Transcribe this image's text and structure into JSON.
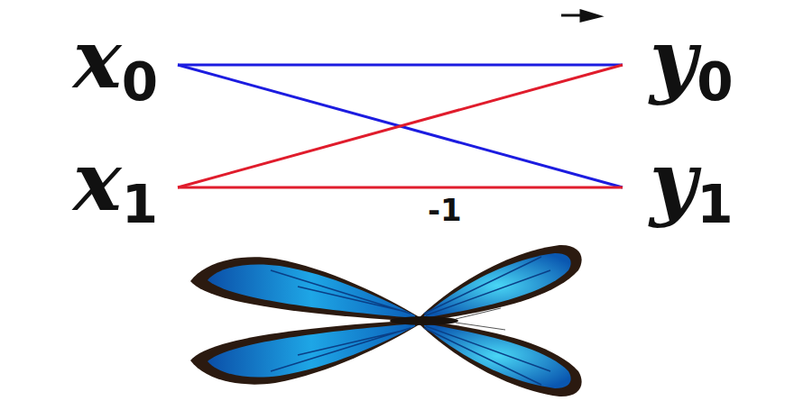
{
  "diagram": {
    "nodes": [
      {
        "text": [
          "x0"
        ]
      },
      {
        "text": [
          "y0"
        ]
      },
      {
        "text": [
          "x1"
        ]
      },
      {
        "text": [
          "y1"
        ]
      }
    ],
    "edges": [
      {
        "from": 0,
        "to": 1,
        "arrow": "none"
      },
      {
        "from": 0,
        "to": 3,
        "arrow": "none"
      },
      {
        "from": 2,
        "to": 1,
        "arrow": "none"
      },
      {
        "from": 2,
        "to": 3,
        "label": "-1",
        "arrow": "none"
      }
    ]
  }
}
